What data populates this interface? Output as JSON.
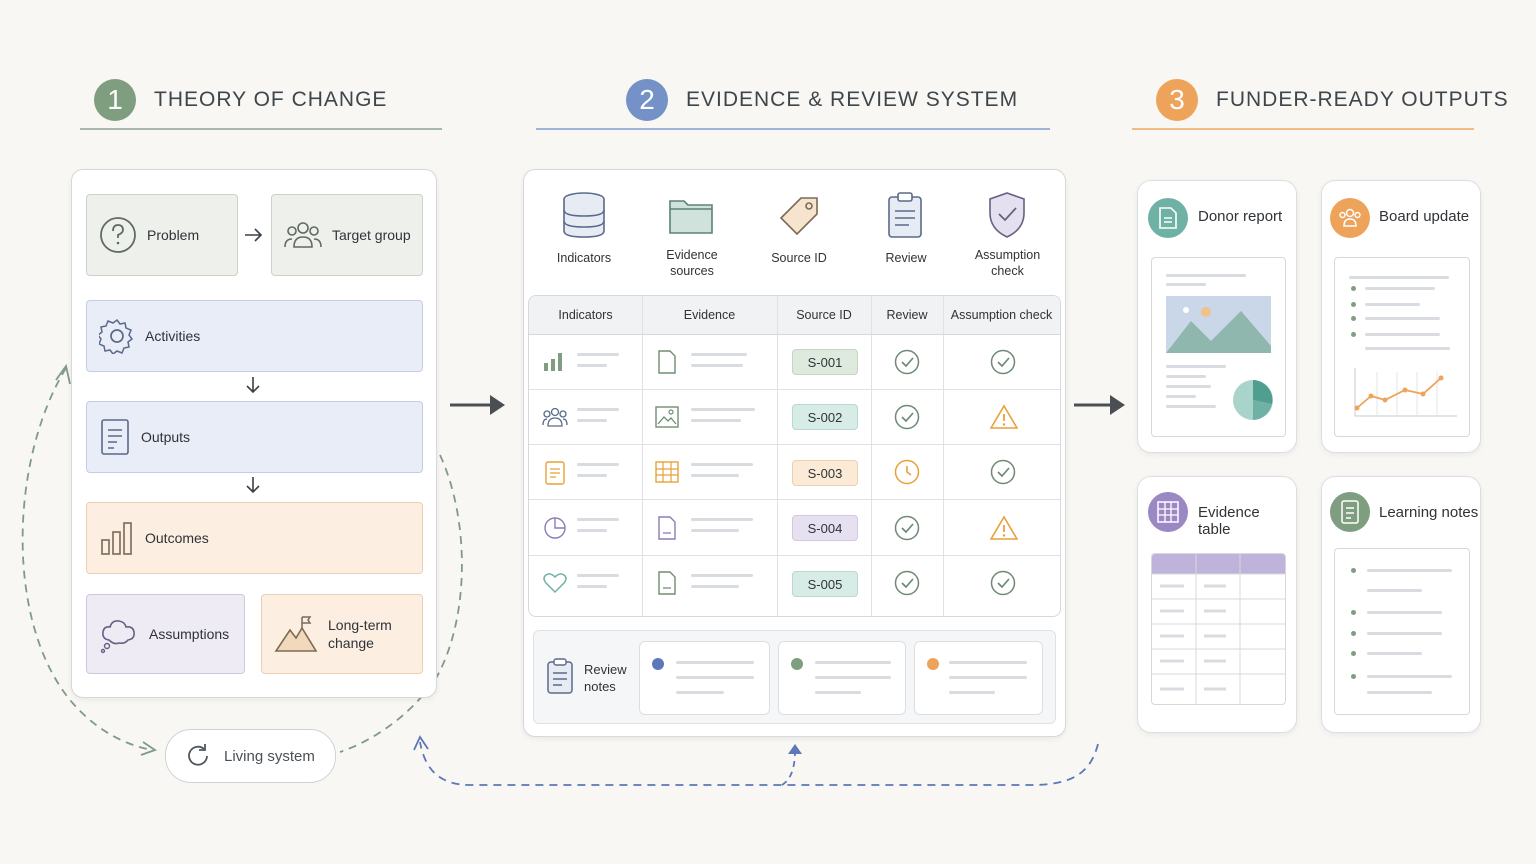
{
  "sections": [
    {
      "number": "1",
      "title": "THEORY OF CHANGE",
      "color": "#7f9e80"
    },
    {
      "number": "2",
      "title": "EVIDENCE & REVIEW SYSTEM",
      "color": "#7491c8"
    },
    {
      "number": "3",
      "title": "FUNDER-READY OUTPUTS",
      "color": "#eea35a"
    }
  ],
  "theory": {
    "problem": "Problem",
    "target_group": "Target group",
    "activities": "Activities",
    "outputs": "Outputs",
    "outcomes": "Outcomes",
    "assumptions": "Assumptions",
    "long_term_change": "Long-term change",
    "living_system": "Living system"
  },
  "evidence": {
    "icon_labels": [
      "Indicators",
      "Evidence sources",
      "Source ID",
      "Review",
      "Assumption check"
    ],
    "table_headers": [
      "Indicators",
      "Evidence",
      "Source ID",
      "Review",
      "Assumption check"
    ],
    "rows": [
      {
        "source_id": "S-001",
        "review": "check",
        "assumption": "check"
      },
      {
        "source_id": "S-002",
        "review": "check",
        "assumption": "warning"
      },
      {
        "source_id": "S-003",
        "review": "clock",
        "assumption": "check"
      },
      {
        "source_id": "S-004",
        "review": "check",
        "assumption": "warning"
      },
      {
        "source_id": "S-005",
        "review": "check",
        "assumption": "check"
      }
    ],
    "review_notes": "Review notes"
  },
  "outputs": {
    "donor_report": "Donor report",
    "board_update": "Board update",
    "evidence_table": "Evidence table",
    "learning_notes": "Learning notes"
  },
  "colors": {
    "green": "#7f9e80",
    "blue": "#7491c8",
    "orange": "#eea35a",
    "purple": "#9a87c4",
    "teal": "#6fb1a5",
    "warning": "#e8a13a"
  }
}
